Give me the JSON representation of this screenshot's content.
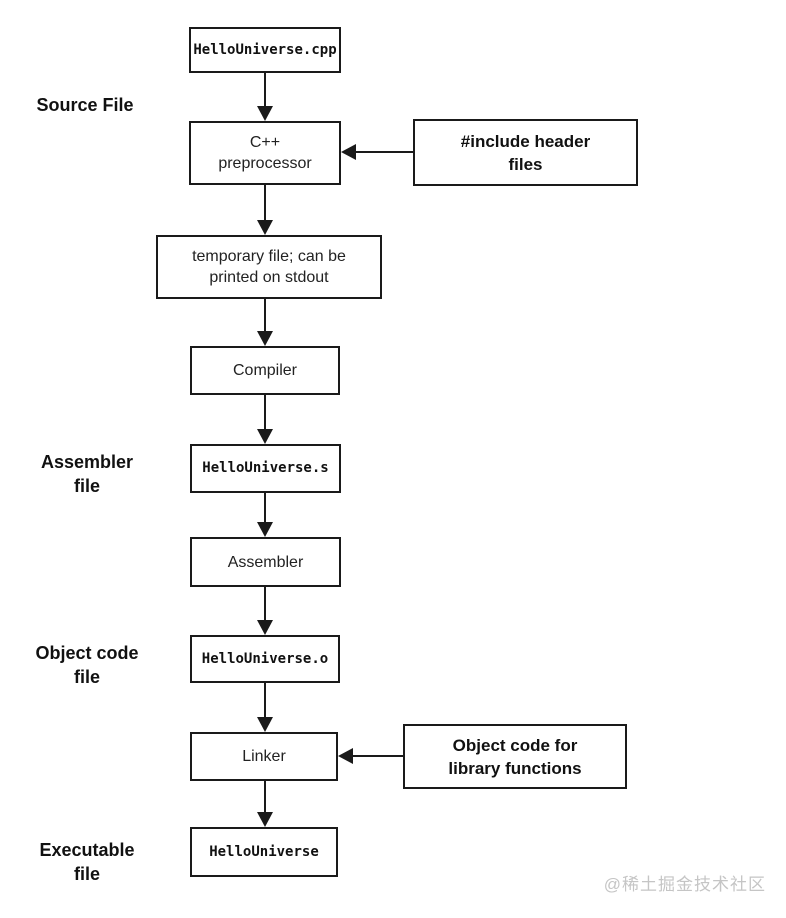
{
  "flowchart": {
    "boxes": {
      "source": "HelloUniverse.cpp",
      "preprocessor": "C++\npreprocessor",
      "include_headers": "#include header\nfiles",
      "temp_file": "temporary file; can be\nprinted on stdout",
      "compiler": "Compiler",
      "assembly": "HelloUniverse.s",
      "assembler": "Assembler",
      "object": "HelloUniverse.o",
      "linker": "Linker",
      "library_objects": "Object code for\nlibrary functions",
      "executable": "HelloUniverse"
    },
    "side_labels": {
      "source_file": "Source File",
      "assembler_file": "Assembler\nfile",
      "object_code_file": "Object code\nfile",
      "executable_file": "Executable\nfile"
    }
  },
  "colors": {
    "line": "#1a1a1a",
    "background": "#ffffff",
    "watermark_text": "#c5c5c5"
  },
  "watermark": "@稀土掘金技术社区"
}
